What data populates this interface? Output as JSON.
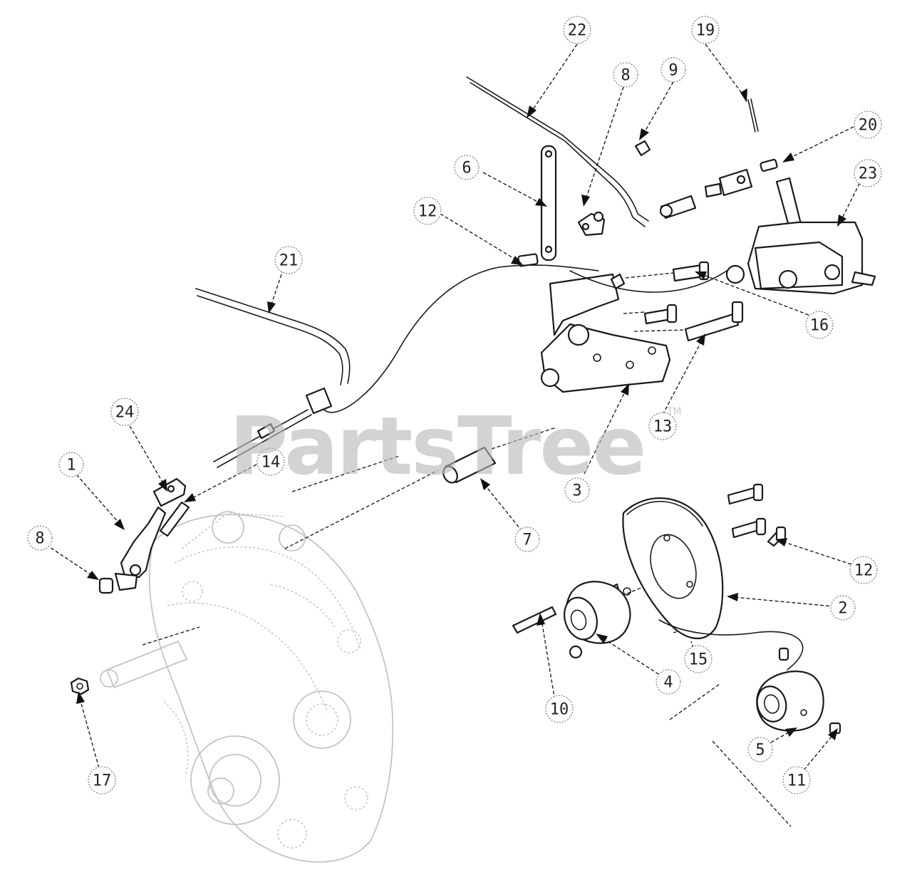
{
  "watermark": {
    "brand": "PartsTree",
    "trademark": "TM"
  },
  "callouts": {
    "c1": "1",
    "c2": "2",
    "c3": "3",
    "c4": "4",
    "c5": "5",
    "c6": "6",
    "c7": "7",
    "c8a": "8",
    "c8b": "8",
    "c9": "9",
    "c10": "10",
    "c11": "11",
    "c12a": "12",
    "c12b": "12",
    "c13": "13",
    "c14": "14",
    "c15": "15",
    "c16": "16",
    "c17": "17",
    "c19": "19",
    "c20": "20",
    "c21": "21",
    "c22": "22",
    "c23": "23",
    "c24": "24"
  }
}
